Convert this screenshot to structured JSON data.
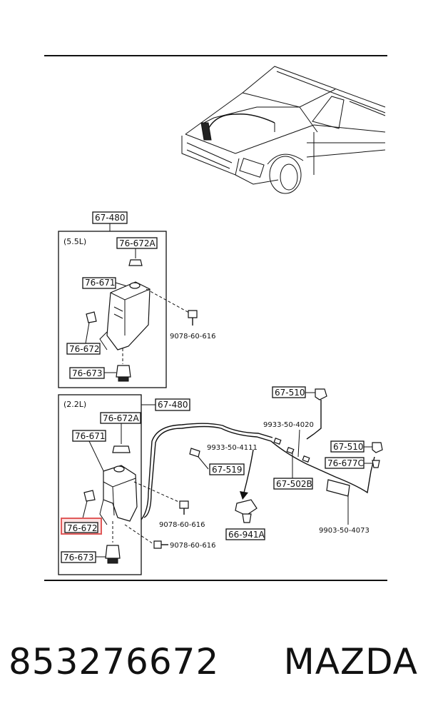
{
  "diagram": {
    "variant_upper": "(5.5L)",
    "variant_lower": "(2.2L)",
    "labels": {
      "group_upper": "67-480",
      "group_lower": "67-480",
      "cap_upper": "76-672A",
      "cap_lower": "76-672A",
      "tank_upper": "76-671",
      "tank_lower": "76-671",
      "grommet_upper": "76-672",
      "grommet_lower": "76-672",
      "pump_upper": "76-673",
      "pump_lower": "76-673",
      "bolt_upper": "9078-60-616",
      "bolt_lower_a": "9078-60-616",
      "bolt_lower_b": "9078-60-616",
      "nozzle_top": "67-510",
      "nozzle_right": "67-510",
      "hose_top": "9933-50-4020",
      "hose_mid": "9933-50-4111",
      "connector": "67-519",
      "hose_assy": "67-502B",
      "valve": "76-677C",
      "hose_right": "9903-50-4073",
      "clip": "66-941A"
    }
  },
  "highlight": {
    "color": "#e05a5a"
  },
  "footer": {
    "part_number": "853276672",
    "brand": "MAZDA"
  }
}
